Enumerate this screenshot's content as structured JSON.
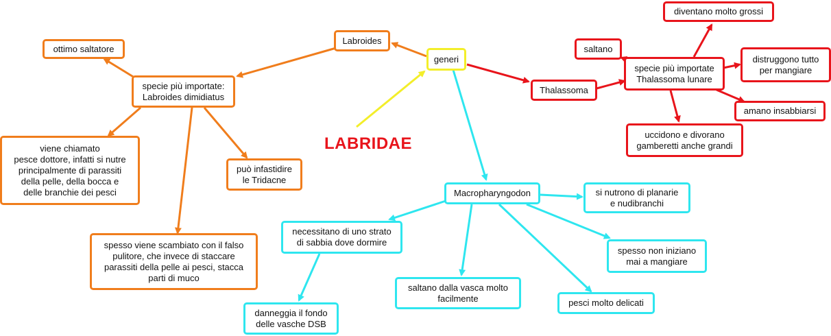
{
  "title": "LABRIDAE",
  "colors": {
    "orange": "#f07d1c",
    "red": "#e8141b",
    "cyan": "#2ee6ef",
    "yellow": "#f3ee2a"
  },
  "nodes": {
    "generi": "generi",
    "labroides": "Labroides",
    "ottimo_saltatore": "ottimo saltatore",
    "specie_labroides": "specie più importate:\nLabroides dimidiatus",
    "pesce_dottore": "viene chiamato\npesce dottore, infatti si nutre\nprincipalmente di parassiti\ndella pelle, della bocca e\ndelle branchie dei pesci",
    "tridacne": "può infastidire\nle Tridacne",
    "falso_pulitore": "spesso viene scambiato con il falso\npulitore, che invece di staccare\nparassiti della pelle ai pesci, stacca\nparti di muco",
    "thalassoma": "Thalassoma",
    "specie_thalassoma": "specie più importate\nThalassoma lunare",
    "diventano_grossi": "diventano molto grossi",
    "saltano": "saltano",
    "distruggono": "distruggono tutto\nper mangiare",
    "insabbiarsi": "amano insabbiarsi",
    "uccidono": "uccidono e divorano\ngamberetti anche grandi",
    "macropharyngodon": "Macropharyngodon",
    "planarie": "si nutrono di planarie\ne nudibranchi",
    "strato_sabbia": "necessitano di uno strato\ndi sabbia dove dormire",
    "non_iniziano": "spesso non iniziano\nmai a mangiare",
    "saltano_vasca": "saltano dalla vasca molto\nfacilmente",
    "delicati": "pesci molto delicati",
    "danneggia": "danneggia il fondo\ndelle vasche DSB"
  }
}
